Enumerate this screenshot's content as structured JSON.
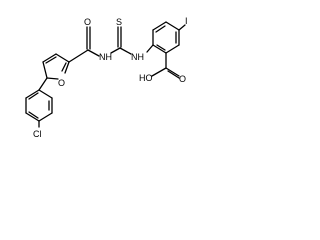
{
  "structure": {
    "atom_labels": {
      "ring_oxygen": "O",
      "carbonyl_oxygen": "O",
      "amide_nitrogen": "NH",
      "thio_sulfur": "S",
      "thiourea_nitrogen": "NH",
      "iodine": "I",
      "chlorine": "Cl",
      "carboxylic_acid": "HO",
      "acid_carbonyl_oxygen": "O"
    }
  }
}
